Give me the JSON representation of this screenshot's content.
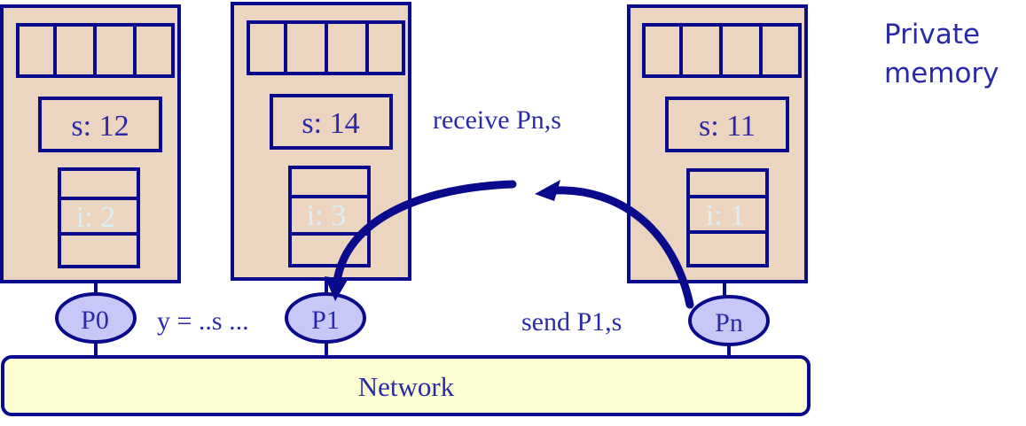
{
  "colors": {
    "stroke": "#0a0a8c",
    "memory_fill": "#ebd5c1",
    "processor_fill": "#c8c8f8",
    "network_fill": "#fdfdd2",
    "text": "#2a2aa8",
    "faint_text": "#d8f0fa"
  },
  "label": {
    "line1": "Private",
    "line2": "memory"
  },
  "nodes": [
    {
      "s_label": "s: 12",
      "i_label": "i: 2",
      "processor": "P0"
    },
    {
      "s_label": "s: 14",
      "i_label": "i: 3",
      "processor": "P1"
    },
    {
      "s_label": "s: 11",
      "i_label": "i: 1",
      "processor": "Pn"
    }
  ],
  "annotations": {
    "receive": "receive Pn,s",
    "send": "send P1,s",
    "compute": "y = ..s ..."
  },
  "network": {
    "label": "Network"
  }
}
